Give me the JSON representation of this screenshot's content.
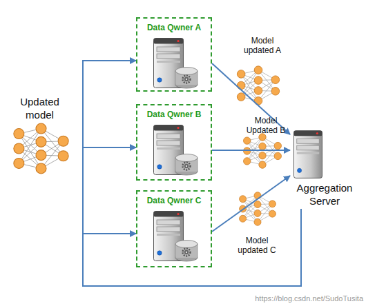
{
  "diagram": {
    "nodes": [
      {
        "text": [
          "Data Qwner A"
        ]
      },
      {
        "text": [
          "Data Qwner B"
        ]
      },
      {
        "text": [
          "Data Qwner C"
        ]
      },
      {
        "text": [
          "Aggregation Server"
        ]
      }
    ],
    "edges": [
      {
        "from": 0,
        "to": 3,
        "arrow": "to",
        "label": "Model updated A"
      },
      {
        "from": 1,
        "to": 3,
        "arrow": "to",
        "label": "Model Updated B"
      },
      {
        "from": 2,
        "to": 3,
        "arrow": "to",
        "label": "Model updated C"
      },
      {
        "from": 3,
        "to": 0,
        "arrow": "to"
      },
      {
        "from": 3,
        "to": 1,
        "arrow": "to"
      },
      {
        "from": 3,
        "to": 2,
        "arrow": "to"
      }
    ],
    "labels": [
      "Updated model",
      "https://blog.csdn.net/SudoTusita"
    ]
  }
}
